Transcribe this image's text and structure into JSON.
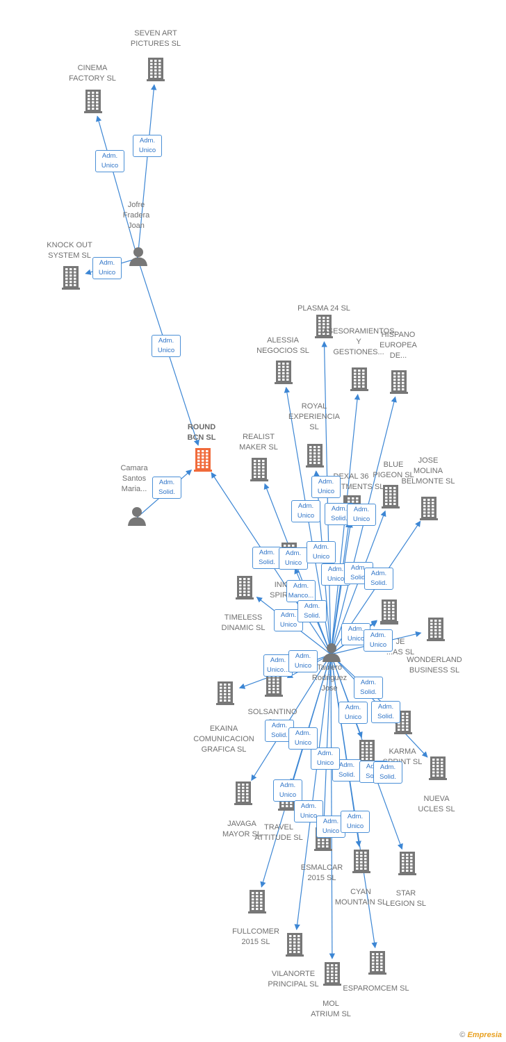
{
  "colors": {
    "building": "#777777",
    "building_main": "#f06a3a",
    "person": "#777777",
    "edge": "#3c86d4"
  },
  "nodes": [
    {
      "id": "seven",
      "label": "SEVEN ART\nPICTURES SL",
      "type": "company"
    },
    {
      "id": "cinema",
      "label": "CINEMA\nFACTORY SL",
      "type": "company"
    },
    {
      "id": "jofre",
      "label": "Jofre\nFradera\nJoan",
      "type": "person"
    },
    {
      "id": "knock",
      "label": "KNOCK OUT\nSYSTEM SL",
      "type": "company"
    },
    {
      "id": "round",
      "label": "ROUND\nBCN SL",
      "type": "main"
    },
    {
      "id": "camara",
      "label": "Camara\nSantos\nMaria...",
      "type": "person"
    },
    {
      "id": "realist",
      "label": "REALIST\nMAKER SL",
      "type": "company"
    },
    {
      "id": "plasma",
      "label": "PLASMA 24 SL",
      "type": "company"
    },
    {
      "id": "alessia",
      "label": "ALESSIA\nNEGOCIOS SL",
      "type": "company"
    },
    {
      "id": "asesor",
      "label": "ASESORAMIENTOS\nY\nGESTIONES...",
      "type": "company"
    },
    {
      "id": "hispano",
      "label": "HISPANO\nEUROPEA\nDE...",
      "type": "company"
    },
    {
      "id": "royal",
      "label": "ROYAL\nEXPERIENCIA\nSL",
      "type": "company"
    },
    {
      "id": "dexal",
      "label": "DEXAL 36\nINVESTMENTS SL",
      "type": "company"
    },
    {
      "id": "blue",
      "label": "BLUE\nPIGEON SL",
      "type": "company"
    },
    {
      "id": "jose",
      "label": "JOSE\nMOLINA\nBELMONTE SL",
      "type": "company"
    },
    {
      "id": "inicial",
      "label": "INICIAL\nSPIRIT SL",
      "type": "company"
    },
    {
      "id": "timeless",
      "label": "TIMELESS\nDINAMIC SL",
      "type": "company"
    },
    {
      "id": "je",
      "label": "JE\n...AS SL",
      "type": "company"
    },
    {
      "id": "wonder",
      "label": "WONDERLAND\nBUSINESS SL",
      "type": "company"
    },
    {
      "id": "taulero",
      "label": "Taulero\nRodriguez\nJose",
      "type": "person"
    },
    {
      "id": "solsantino",
      "label": "SOLSANTINO\nSL",
      "type": "company"
    },
    {
      "id": "ekaina",
      "label": "EKAINA\nCOMUNICACION\nGRAFICA SL",
      "type": "company"
    },
    {
      "id": "karma",
      "label": "KARMA\nSPRINT SL",
      "type": "company"
    },
    {
      "id": "nueva",
      "label": "NUEVA\nUCLES SL",
      "type": "company"
    },
    {
      "id": "javaga",
      "label": "JAVAGA\nMAYOR SL",
      "type": "company"
    },
    {
      "id": "travel",
      "label": "TRAVEL\nATTITUDE SL",
      "type": "company"
    },
    {
      "id": "esmalcar",
      "label": "ESMALCAR\n2015 SL",
      "type": "company"
    },
    {
      "id": "cyan",
      "label": "CYAN\nMOUNTAIN SL",
      "type": "company"
    },
    {
      "id": "star",
      "label": "STAR\nLEGION SL",
      "type": "company"
    },
    {
      "id": "fullcomer",
      "label": "FULLCOMER\n2015 SL",
      "type": "company"
    },
    {
      "id": "vilanorte",
      "label": "VILANORTE\nPRINCIPAL SL",
      "type": "company"
    },
    {
      "id": "mol",
      "label": "MOL\nATRIUM SL",
      "type": "company"
    },
    {
      "id": "esparom",
      "label": "ESPAROMCEM SL",
      "type": "company"
    },
    {
      "id": "mid1",
      "label": "",
      "type": "company"
    },
    {
      "id": "mid2",
      "label": "",
      "type": "company"
    },
    {
      "id": "mid3",
      "label": "",
      "type": "company"
    }
  ],
  "edges": [
    {
      "from": "jofre",
      "to": "seven",
      "role": "Adm.\nUnico"
    },
    {
      "from": "jofre",
      "to": "cinema",
      "role": "Adm.\nUnico"
    },
    {
      "from": "jofre",
      "to": "knock",
      "role": "Adm.\nUnico"
    },
    {
      "from": "jofre",
      "to": "round",
      "role": "Adm.\nUnico"
    },
    {
      "from": "camara",
      "to": "round",
      "role": "Adm.\nSolid."
    },
    {
      "from": "taulero",
      "to": "round",
      "role": "Adm.\nSolid."
    },
    {
      "from": "taulero",
      "to": "realist",
      "role": "Adm.\nUnico"
    },
    {
      "from": "taulero",
      "to": "plasma",
      "role": "Adm.\nUnico"
    },
    {
      "from": "taulero",
      "to": "alessia",
      "role": "Adm.\nUnico"
    },
    {
      "from": "taulero",
      "to": "asesor",
      "role": "Adm.\nSolid."
    },
    {
      "from": "taulero",
      "to": "hispano",
      "role": "Adm.\nUnico"
    },
    {
      "from": "taulero",
      "to": "royal",
      "role": "Adm.\nUnico"
    },
    {
      "from": "taulero",
      "to": "dexal",
      "role": "Adm.\nUnico"
    },
    {
      "from": "taulero",
      "to": "blue",
      "role": "Adm.\nSolid."
    },
    {
      "from": "taulero",
      "to": "jose",
      "role": "Adm.\nSolid."
    },
    {
      "from": "taulero",
      "to": "inicial",
      "role": "Adm.\nManco..."
    },
    {
      "from": "taulero",
      "to": "timeless",
      "role": "Adm.\nUnico"
    },
    {
      "from": "taulero",
      "to": "je",
      "role": "Adm.\nUnico"
    },
    {
      "from": "taulero",
      "to": "wonder",
      "role": "Adm.\nUnico"
    },
    {
      "from": "taulero",
      "to": "solsantino",
      "role": "Adm.\nUnico..."
    },
    {
      "from": "taulero",
      "to": "ekaina",
      "role": "Adm.\nSolid."
    },
    {
      "from": "taulero",
      "to": "karma",
      "role": "Adm.\nSolid."
    },
    {
      "from": "taulero",
      "to": "nueva",
      "role": "Adm.\nSolid."
    },
    {
      "from": "taulero",
      "to": "javaga",
      "role": "Adm.\nSolid."
    },
    {
      "from": "taulero",
      "to": "travel",
      "role": "Adm.\nUnico"
    },
    {
      "from": "taulero",
      "to": "esmalcar",
      "role": "Adm.\nUnico"
    },
    {
      "from": "taulero",
      "to": "cyan",
      "role": "Adm.\nSolid."
    },
    {
      "from": "taulero",
      "to": "star",
      "role": "Adm.\nSolid."
    },
    {
      "from": "taulero",
      "to": "fullcomer",
      "role": "Adm.\nUnico"
    },
    {
      "from": "taulero",
      "to": "vilanorte",
      "role": "Adm.\nUnico"
    },
    {
      "from": "taulero",
      "to": "mol",
      "role": "Adm.\nUnico"
    },
    {
      "from": "taulero",
      "to": "esparom",
      "role": "Adm.\nUnico"
    },
    {
      "from": "taulero",
      "to": "mid1",
      "role": "Adm.\nUnico"
    },
    {
      "from": "taulero",
      "to": "mid2",
      "role": "Adm.\nUnico"
    },
    {
      "from": "taulero",
      "to": "mid3",
      "role": "Adm.\nSolid."
    }
  ],
  "footer": {
    "copyright": "©",
    "brand": "Empresia"
  }
}
